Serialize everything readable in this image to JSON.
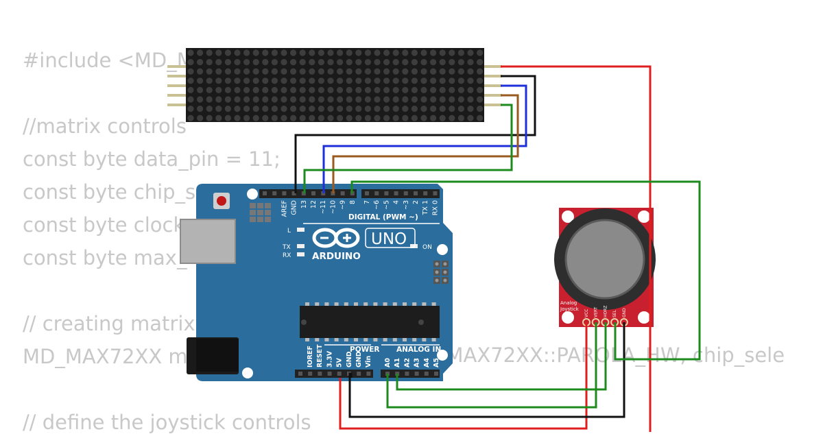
{
  "code": {
    "lines": [
      "#include <MD_M",
      "",
      "//matrix controls",
      "const byte data_pin = 11;",
      "const byte chip_s",
      "const byte clock",
      "const byte max_",
      "",
      "// creating matrix",
      "MD_MAX72XX m",
      "",
      "// define the joystick controls"
    ],
    "tail": "_MAX72XX::PAROLA_HW, chip_sele"
  },
  "arduino": {
    "logo_text": "ARDUINO",
    "model": "UNO",
    "digital_label": "DIGITAL (PWM ~)",
    "power_label": "POWER",
    "analog_label": "ANALOG IN",
    "led_l": "L",
    "led_tx": "TX",
    "led_rx": "RX",
    "led_on": "ON",
    "digital_pins": [
      "AREF",
      "GND",
      "13",
      "12",
      "~11",
      "~10",
      "~9",
      "8",
      "7",
      "~6",
      "~5",
      "4",
      "~3",
      "2",
      "TX 1",
      "RX 0"
    ],
    "power_pins": [
      "IOREF",
      "RESET",
      "3.3V",
      "5V",
      "GND",
      "GND",
      "Vin"
    ],
    "analog_pins": [
      "A0",
      "A1",
      "A2",
      "A3",
      "A4",
      "A5"
    ]
  },
  "joystick": {
    "label_line1": "Analog",
    "label_line2": "Joystick",
    "pins": [
      "VCC",
      "VERT",
      "HORZ",
      "SEL",
      "GND"
    ]
  },
  "colors": {
    "board": "#2b6d9c",
    "joystick_board": "#c8202e",
    "matrix": "#1a1a1a",
    "wire_red": "#e01e1e",
    "wire_black": "#111111",
    "wire_blue": "#1d2fd8",
    "wire_brown": "#9a5a1f",
    "wire_green": "#1c8a1c",
    "code_text": "#c8c8c8"
  }
}
